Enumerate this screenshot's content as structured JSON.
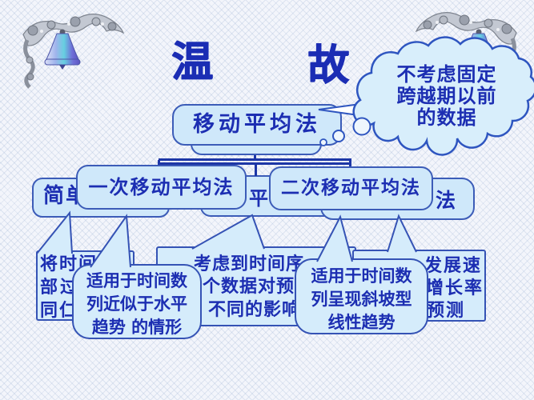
{
  "slide": {
    "title": {
      "char_left": "温",
      "char_right": "故"
    },
    "cloud_callout": {
      "lines": [
        "不考虑固定",
        "跨越期以前",
        "的数据"
      ]
    },
    "tree": {
      "root_label": "移动平均法",
      "child_front_left": "一次移动平均法",
      "child_front_right": "二次移动平均法",
      "partials": {
        "back_left_visible": "简单",
        "back_middle_visible": "平",
        "back_right_visible": "法"
      }
    },
    "callouts": {
      "left_back": {
        "lines": [
          "将时间序",
          "部过去",
          "同仁，"
        ]
      },
      "left_front": {
        "lines": [
          "适用于时间数",
          "列近似于水平",
          "趋势 的情形"
        ]
      },
      "middle_back": {
        "lines": [
          "考虑到时间序",
          "每个数据对预",
          "不同的影响"
        ]
      },
      "right_front": {
        "lines": [
          "适用于时间数",
          "列呈现斜坡型",
          "线性趋势"
        ]
      },
      "right_back": {
        "lines": [
          "发展速",
          "增长率",
          "预测"
        ]
      }
    },
    "colors": {
      "text_blue": "#1c2eb2",
      "box_fill": "#cfe8fa",
      "box_border": "#3c5cb8",
      "connector": "#1d36a6",
      "cloud_fill": "#d8eefb",
      "background": "#f3f5fb"
    },
    "icons": [
      "filigree-ornament",
      "bell-icon",
      "thought-dots"
    ]
  }
}
